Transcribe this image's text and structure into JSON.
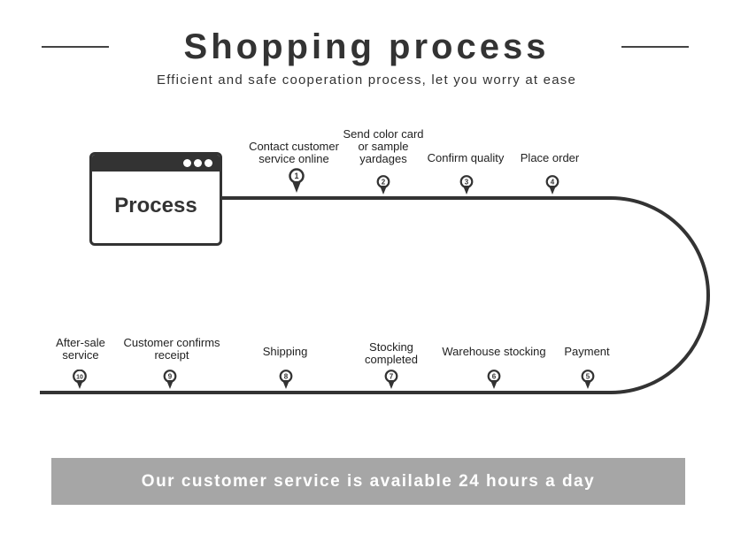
{
  "header": {
    "title": "Shopping process",
    "subtitle": "Efficient and safe cooperation process, let you worry at ease"
  },
  "process_box": {
    "label": "Process"
  },
  "steps_top": [
    {
      "number": "1",
      "line1": "Contact customer",
      "line2": "service online",
      "line3": ""
    },
    {
      "number": "2",
      "line1": "Send color card",
      "line2": "or sample",
      "line3": "yardages"
    },
    {
      "number": "3",
      "line1": "Confirm quality",
      "line2": "",
      "line3": ""
    },
    {
      "number": "4",
      "line1": "Place order",
      "line2": "",
      "line3": ""
    }
  ],
  "steps_bottom": [
    {
      "number": "5",
      "line1": "Payment",
      "line2": ""
    },
    {
      "number": "6",
      "line1": "Warehouse stocking",
      "line2": ""
    },
    {
      "number": "7",
      "line1": "Stocking",
      "line2": "completed"
    },
    {
      "number": "8",
      "line1": "Shipping",
      "line2": ""
    },
    {
      "number": "9",
      "line1": "Customer confirms",
      "line2": "receipt"
    },
    {
      "number": "10",
      "line1": "After-sale",
      "line2": "service"
    }
  ],
  "banner": {
    "text": "Our customer service is available 24 hours a day"
  },
  "colors": {
    "dark": "#333333",
    "banner_bg": "#a6a6a6",
    "banner_text": "#ffffff"
  }
}
